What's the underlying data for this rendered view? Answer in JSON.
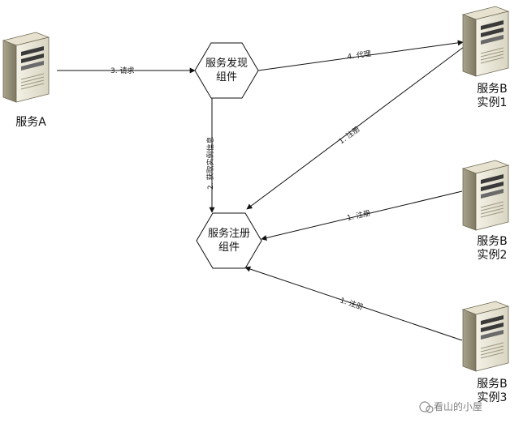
{
  "nodes": {
    "service_a": "服务A",
    "discovery": [
      "服务发现",
      "组件"
    ],
    "registry": [
      "服务注册",
      "组件"
    ],
    "instance1": [
      "服务B",
      "实例1"
    ],
    "instance2": [
      "服务B",
      "实例2"
    ],
    "instance3": [
      "服务B",
      "实例3"
    ]
  },
  "edges": {
    "request": "3. 请求",
    "proxy": "4. 代理",
    "fetch": "2. 获取实例信息",
    "register1": "1. 注册",
    "register2": "1. 注册",
    "register3": "1. 注册"
  },
  "watermark": "看山的小屋"
}
